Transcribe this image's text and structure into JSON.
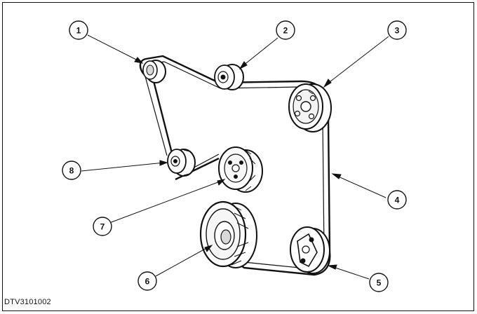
{
  "figure": {
    "reference_code": "DTV3101002",
    "callouts": [
      {
        "label": "1",
        "part": "idler-pulley-upper-left"
      },
      {
        "label": "2",
        "part": "idler-pulley-top"
      },
      {
        "label": "3",
        "part": "upper-right-pulley"
      },
      {
        "label": "4",
        "part": "drive-belt"
      },
      {
        "label": "5",
        "part": "tensioner-pulley"
      },
      {
        "label": "6",
        "part": "crankshaft-pulley"
      },
      {
        "label": "7",
        "part": "center-pulley"
      },
      {
        "label": "8",
        "part": "lower-left-idler-pulley"
      }
    ]
  },
  "colors": {
    "line": "#111111",
    "background": "#ffffff",
    "shade": "#d9d9d9"
  }
}
